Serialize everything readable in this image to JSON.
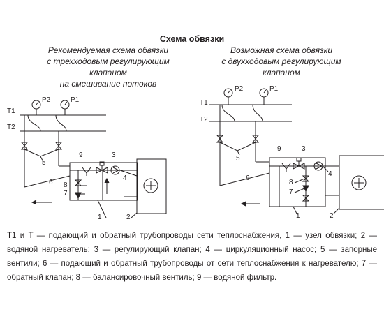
{
  "title": "Схема обвязки",
  "left_scheme": {
    "caption_lines": [
      "Рекомендуемая схема обвязки",
      "с трехходовым регулирующим клапаном",
      "на смешивание потоков"
    ],
    "labels": {
      "t1": "T1",
      "t2": "T2",
      "p1": "P1",
      "p2": "P2",
      "n1": "1",
      "n2": "2",
      "n3": "3",
      "n4": "4",
      "n5": "5",
      "n6": "6",
      "n7": "7",
      "n8": "8",
      "n9": "9"
    }
  },
  "right_scheme": {
    "caption_lines": [
      "Возможная схема обвязки",
      "с двухходовым регулирующим",
      "клапаном"
    ],
    "labels": {
      "t1": "T1",
      "t2": "T2",
      "p1": "P1",
      "p2": "P2",
      "n1": "1",
      "n2": "2",
      "n3": "3",
      "n4": "4",
      "n5": "5",
      "n6": "6",
      "n7": "7",
      "n8": "8",
      "n9": "9"
    }
  },
  "legend_text": "T1 и T — подающий и обратный трубопроводы сети теплоснабжения, 1 — узел обвязки; 2 — водяной нагреватель; 3 — регулирующий клапан; 4 — циркуляционный насос; 5 — запорные вентили; 6 — подающий и обратный трубопроводы от сети теплоснабжения к нагревателю; 7 — обратный клапан; 8 — балансировочный вентиль; 9 — водяной фильтр.",
  "colors": {
    "line": "#231f20",
    "background": "#ffffff"
  }
}
